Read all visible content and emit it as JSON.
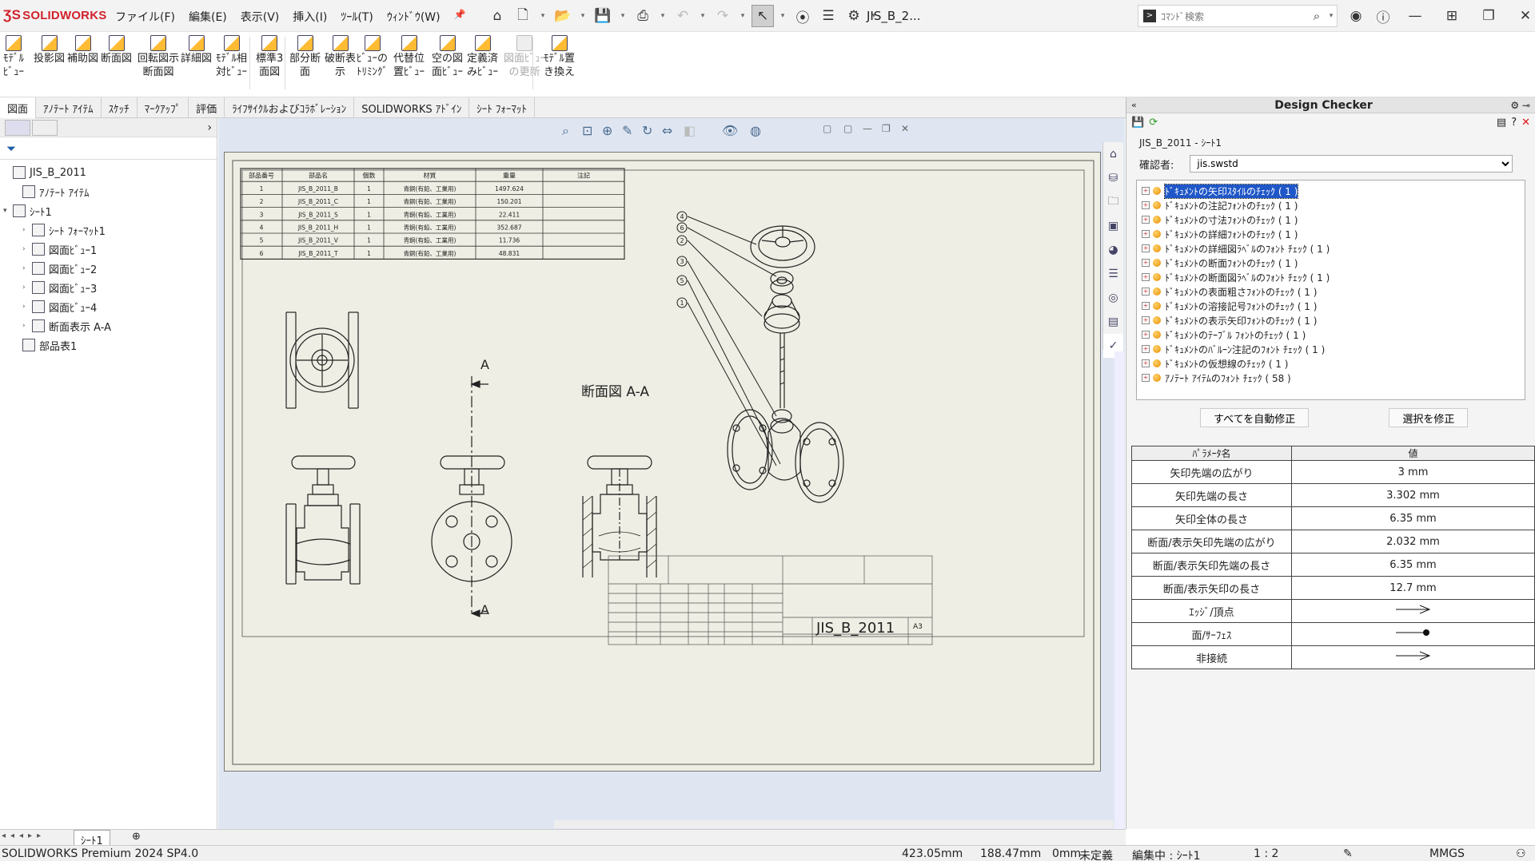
{
  "app": {
    "logo": "SOLIDWORKS",
    "title": "JIS_B_2..."
  },
  "menu": [
    "ファイル(F)",
    "編集(E)",
    "表示(V)",
    "挿入(I)",
    "ﾂｰﾙ(T)",
    "ｳｨﾝﾄﾞｳ(W)"
  ],
  "search": {
    "placeholder": "ｺﾏﾝﾄﾞ検索"
  },
  "ribbon": [
    {
      "label": "ﾓﾃﾞﾙ\nﾋﾞｭｰ"
    },
    {
      "label": "投影図"
    },
    {
      "label": "補助図"
    },
    {
      "label": "断面図"
    },
    {
      "label": "回転図示\n断面図"
    },
    {
      "label": "詳細図"
    },
    {
      "label": "ﾓﾃﾞﾙ相\n対ﾋﾞｭｰ"
    },
    {
      "label": "標準3\n面図"
    },
    {
      "label": "部分断\n面"
    },
    {
      "label": "破断表\n示"
    },
    {
      "label": "ﾋﾞｭｰの\nﾄﾘﾐﾝｸﾞ"
    },
    {
      "label": "代替位\n置ﾋﾞｭｰ"
    },
    {
      "label": "空の図\n面ﾋﾞｭｰ"
    },
    {
      "label": "定義済\nみﾋﾞｭｰ"
    },
    {
      "label": "図面ﾋﾞｭｰ\nの更新",
      "disabled": true
    },
    {
      "label": "ﾓﾃﾞﾙ置\nき換え"
    }
  ],
  "tabs": [
    "図面",
    "ｱﾉﾃｰﾄ ｱｲﾃﾑ",
    "ｽｹｯﾁ",
    "ﾏｰｸｱｯﾌﾟ",
    "評価",
    "ﾗｲﾌｻｲｸﾙおよびｺﾗﾎﾞﾚｰｼｮﾝ",
    "SOLIDWORKS ｱﾄﾞｲﾝ",
    "ｼｰﾄ ﾌｫｰﾏｯﾄ"
  ],
  "tree": [
    {
      "label": "JIS_B_2011",
      "indent": 0,
      "exp": ""
    },
    {
      "label": "ｱﾉﾃｰﾄ ｱｲﾃﾑ",
      "indent": 1,
      "exp": ""
    },
    {
      "label": "ｼｰﾄ1",
      "indent": 0,
      "exp": "▾"
    },
    {
      "label": "ｼｰﾄ ﾌｫｰﾏｯﾄ1",
      "indent": 2,
      "exp": "›"
    },
    {
      "label": "図面ﾋﾞｭｰ1",
      "indent": 2,
      "exp": "›"
    },
    {
      "label": "図面ﾋﾞｭｰ2",
      "indent": 2,
      "exp": "›"
    },
    {
      "label": "図面ﾋﾞｭｰ3",
      "indent": 2,
      "exp": "›"
    },
    {
      "label": "図面ﾋﾞｭｰ4",
      "indent": 2,
      "exp": "›"
    },
    {
      "label": "断面表示 A-A",
      "indent": 2,
      "exp": "›"
    },
    {
      "label": "部品表1",
      "indent": 1,
      "exp": ""
    }
  ],
  "bom": {
    "headers": [
      "部品番号",
      "部品名",
      "個数",
      "材質",
      "重量",
      "注記"
    ],
    "rows": [
      [
        "1",
        "JIS_B_2011_B",
        "1",
        "青銅(有鉛、工業用)",
        "1497.624",
        ""
      ],
      [
        "2",
        "JIS_B_2011_C",
        "1",
        "青銅(有鉛、工業用)",
        "150.201",
        ""
      ],
      [
        "3",
        "JIS_B_2011_S",
        "1",
        "青銅(有鉛、工業用)",
        "22.411",
        ""
      ],
      [
        "4",
        "JIS_B_2011_H",
        "1",
        "青銅(有鉛、工業用)",
        "352.687",
        ""
      ],
      [
        "5",
        "JIS_B_2011_V",
        "1",
        "青銅(有鉛、工業用)",
        "11.736",
        ""
      ],
      [
        "6",
        "JIS_B_2011_T",
        "1",
        "青銅(有鉛、工業用)",
        "48.831",
        ""
      ]
    ]
  },
  "drawing": {
    "section_label": "断面図 A-A",
    "cut_a": "A",
    "title_no": "JIS_B_2011",
    "size": "A3",
    "balloons": [
      "4",
      "6",
      "2",
      "3",
      "5",
      "1"
    ]
  },
  "checker": {
    "title": "Design Checker",
    "doc": "JIS_B_2011 - ｼｰﾄ1",
    "confirmer_label": "確認者:",
    "confirmer_value": "jis.swstd",
    "checks": [
      "ﾄﾞｷｭﾒﾝﾄの矢印ｽﾀｲﾙのﾁｪｯｸ ( 1 )",
      "ﾄﾞｷｭﾒﾝﾄの注記ﾌｫﾝﾄのﾁｪｯｸ ( 1 )",
      "ﾄﾞｷｭﾒﾝﾄの寸法ﾌｫﾝﾄのﾁｪｯｸ ( 1 )",
      "ﾄﾞｷｭﾒﾝﾄの詳細ﾌｫﾝﾄのﾁｪｯｸ ( 1 )",
      "ﾄﾞｷｭﾒﾝﾄの詳細図ﾗﾍﾞﾙのﾌｫﾝﾄ ﾁｪｯｸ ( 1 )",
      "ﾄﾞｷｭﾒﾝﾄの断面ﾌｫﾝﾄのﾁｪｯｸ ( 1 )",
      "ﾄﾞｷｭﾒﾝﾄの断面図ﾗﾍﾞﾙのﾌｫﾝﾄ ﾁｪｯｸ ( 1 )",
      "ﾄﾞｷｭﾒﾝﾄの表面粗さﾌｫﾝﾄのﾁｪｯｸ ( 1 )",
      "ﾄﾞｷｭﾒﾝﾄの溶接記号ﾌｫﾝﾄのﾁｪｯｸ ( 1 )",
      "ﾄﾞｷｭﾒﾝﾄの表示矢印ﾌｫﾝﾄのﾁｪｯｸ ( 1 )",
      "ﾄﾞｷｭﾒﾝﾄのﾃｰﾌﾞﾙ ﾌｫﾝﾄのﾁｪｯｸ ( 1 )",
      "ﾄﾞｷｭﾒﾝﾄのﾊﾞﾙｰﾝ注記のﾌｫﾝﾄ ﾁｪｯｸ ( 1 )",
      "ﾄﾞｷｭﾒﾝﾄの仮想線のﾁｪｯｸ ( 1 )",
      "ｱﾉﾃｰﾄ ｱｲﾃﾑのﾌｫﾝﾄ ﾁｪｯｸ ( 58 )"
    ],
    "auto_fix": "すべてを自動修正",
    "fix_selected": "選択を修正",
    "param_header": "ﾊﾟﾗﾒｰﾀ名",
    "value_header": "値",
    "params": [
      {
        "name": "矢印先端の広がり",
        "value": "3 mm"
      },
      {
        "name": "矢印先端の長さ",
        "value": "3.302 mm"
      },
      {
        "name": "矢印全体の長さ",
        "value": "6.35 mm"
      },
      {
        "name": "断面/表示矢印先端の広がり",
        "value": "2.032 mm"
      },
      {
        "name": "断面/表示矢印先端の長さ",
        "value": "6.35 mm"
      },
      {
        "name": "断面/表示矢印の長さ",
        "value": "12.7 mm"
      },
      {
        "name": "ｴｯｼﾞ/頂点",
        "value": ""
      },
      {
        "name": "面/ｻｰﾌｪｽ",
        "value": ""
      },
      {
        "name": "非接続",
        "value": ""
      }
    ]
  },
  "sheet_tab": "ｼｰﾄ1",
  "status": {
    "product": "SOLIDWORKS Premium 2024 SP4.0",
    "x": "423.05mm",
    "y": "188.47mm",
    "z": "0mm",
    "state": "未定義",
    "editing": "編集中 : ｼｰﾄ1",
    "scale": "1 : 2",
    "units": "MMGS"
  }
}
